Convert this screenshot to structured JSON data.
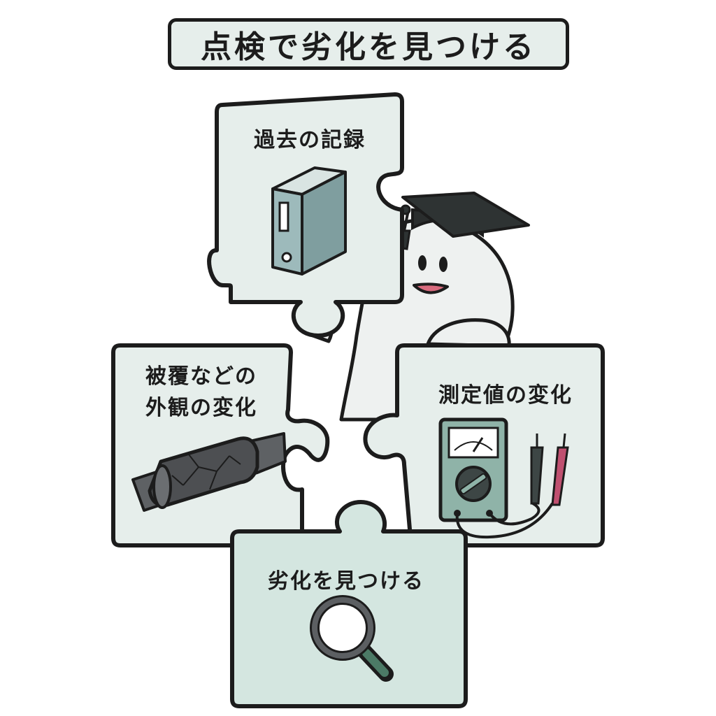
{
  "title": "点検で劣化を見つける",
  "pieces": {
    "history": {
      "label": "過去の記録",
      "icon": "binder-icon"
    },
    "appearance": {
      "label_line1": "被覆などの",
      "label_line2": "外観の変化",
      "icon": "cracked-cable-icon"
    },
    "measurement": {
      "label": "測定値の変化",
      "icon": "multimeter-icon"
    },
    "finding": {
      "label": "劣化を見つける",
      "icon": "magnifier-icon"
    }
  },
  "character": {
    "icon": "graduate-ghost-icon"
  },
  "colors": {
    "outline": "#1c1c1c",
    "piece_fill": "#e6eeeb",
    "piece_fill_bottom": "#d4e6e0",
    "binder": "#9dbabb",
    "cable": "#4d4f52",
    "meter": "#8fb3a8",
    "probe_red": "#c05070",
    "mouth": "#d96b7e"
  }
}
